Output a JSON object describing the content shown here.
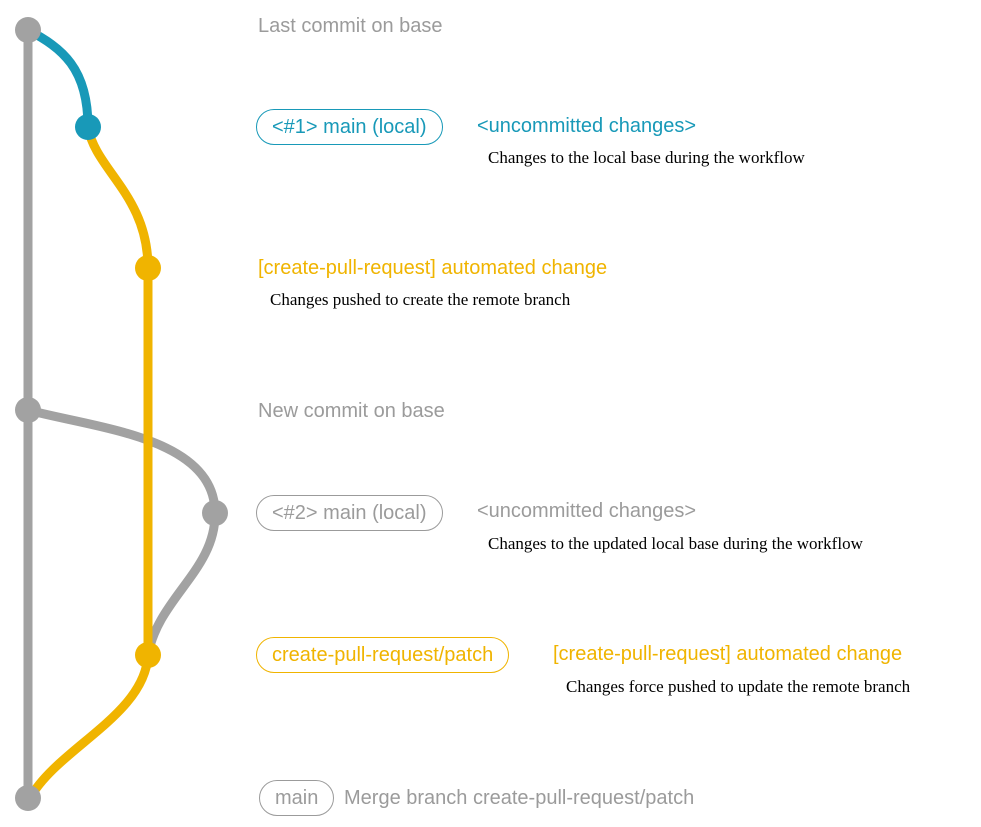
{
  "colors": {
    "gray": "#a2a2a2",
    "gray_text": "#9b9b9b",
    "teal": "#1899b8",
    "yellow": "#f0b400",
    "black": "#000000",
    "background": "#ffffff"
  },
  "labels": {
    "last_commit_on_base": "Last commit on base",
    "new_commit_on_base": "New commit on base"
  },
  "branch1": {
    "badge": "<#1> main (local)",
    "status": "<uncommitted changes>",
    "description": "Changes to the local base during the workflow"
  },
  "push1": {
    "title": "[create-pull-request] automated change",
    "description": "Changes pushed to create the remote branch"
  },
  "branch2": {
    "badge": "<#2> main (local)",
    "status": "<uncommitted changes>",
    "description": "Changes to the updated local base during the workflow"
  },
  "push2": {
    "badge": "create-pull-request/patch",
    "title": "[create-pull-request] automated change",
    "description": "Changes force pushed to update the remote branch"
  },
  "merge": {
    "badge": "main",
    "text": "Merge branch create-pull-request/patch"
  }
}
